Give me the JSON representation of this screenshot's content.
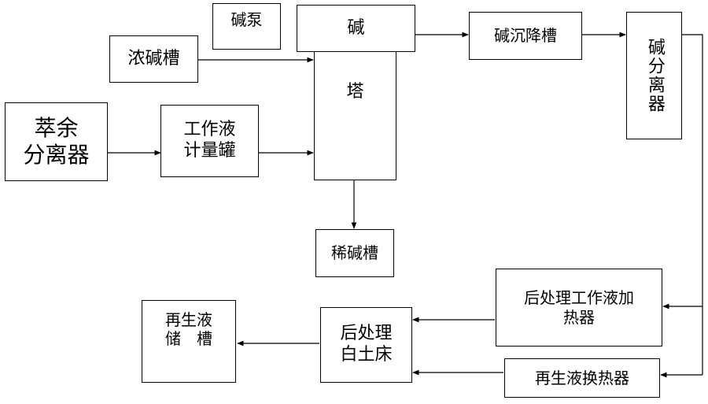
{
  "diagram": {
    "nodes": {
      "raffinate_separator": "萃余\n分离器",
      "working_solution_meter_tank": "工作液\n计量罐",
      "concentrated_alkali_tank": "浓碱槽",
      "alkali_pump": "碱泵",
      "alkali_tower_top": "碱",
      "alkali_tower_body": "塔",
      "dilute_alkali_tank": "稀碱槽",
      "alkali_settling_tank": "碱沉降槽",
      "alkali_separator": "碱分离器",
      "post_treatment_heater": "后处理工作液加\n热器",
      "regenerated_solution_heat_exchanger": "再生液换热器",
      "post_treatment_clay_bed": "后处理\n白土床",
      "regenerated_solution_storage_tank": "再生液\n储　槽"
    }
  }
}
